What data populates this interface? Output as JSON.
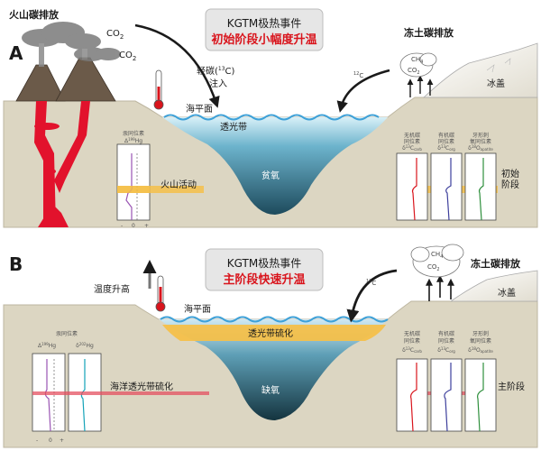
{
  "panel_a": {
    "letter": "A",
    "title_line1": "KGTM极热事件",
    "title_line2": "初始阶段小幅度升温",
    "volcano_label": "火山碳排放",
    "co2_a": "CO",
    "co2_b": "CO",
    "co2_sub": "2",
    "light_carbon_1": "轻碳(",
    "light_carbon_sup": "13",
    "light_carbon_2": "C)",
    "light_carbon_3": "注入",
    "permafrost_label": "冻土碳排放",
    "permafrost_c": "C",
    "permafrost_c_sup": "12",
    "cloud_ch": "CH",
    "cloud_ch_sub": "4",
    "cloud_co": "CO",
    "cloud_co_sub": "2",
    "ice_label": "冰盖",
    "sea_level": "海平面",
    "photic_zone": "透光带",
    "ocean_label": "贫氧",
    "volcanic_activity": "火山活动",
    "stage_label_1": "初始",
    "stage_label_2": "阶段",
    "hg_plot_title": "汞同位素",
    "hg_delta": "Δ",
    "hg_sup": "199",
    "hg_el": "Hg",
    "axis_minus": "-",
    "axis_zero": "0",
    "axis_plus": "+",
    "iso_carb_1": "无机碳",
    "iso_carb_2": "同位素",
    "iso_carb_sym": "δ",
    "iso_carb_sup": "13",
    "iso_carb_el": "C",
    "iso_carb_sub": "carb",
    "iso_org_1": "有机碳",
    "iso_org_2": "同位素",
    "iso_org_sym": "δ",
    "iso_org_sup": "13",
    "iso_org_el": "C",
    "iso_org_sub": "org",
    "iso_ox_1": "牙形刺",
    "iso_ox_2": "氧同位素",
    "iso_ox_sym": "δ",
    "iso_ox_sup": "18",
    "iso_ox_el": "O",
    "iso_ox_sub": "apatite",
    "c12_mark": "C",
    "c12_mark_sup": "12"
  },
  "panel_b": {
    "letter": "B",
    "title_line1": "KGTM极热事件",
    "title_line2": "主阶段快速升温",
    "warming": "温度升高",
    "permafrost_label": "冻土碳排放",
    "permafrost_c": "C",
    "permafrost_c_sup": "12",
    "cloud_ch": "CH",
    "cloud_ch_sub": "4",
    "cloud_co": "CO",
    "cloud_co_sub": "2",
    "ice_label": "冰盖",
    "sea_level": "海平面",
    "photic_zone": "透光带硫化",
    "ocean_label": "缺氧",
    "marine_euxinia": "海洋透光带硫化",
    "stage_label": "主阶段",
    "hg_plot_title": "汞同位素",
    "hg_delta": "Δ",
    "hg_sup1": "199",
    "hg_sup2": "202",
    "hg_el": "Hg",
    "hg_delta2": "δ",
    "axis_minus": "-",
    "axis_zero": "0",
    "axis_plus": "+",
    "iso_carb_1": "无机碳",
    "iso_carb_2": "同位素",
    "iso_org_1": "有机碳",
    "iso_org_2": "同位素",
    "iso_ox_1": "牙形刺",
    "iso_ox_2": "氧同位素",
    "iso_carb_sym": "δ",
    "iso_carb_sup": "13",
    "iso_carb_el": "C",
    "iso_carb_sub": "carb",
    "iso_org_sym": "δ",
    "iso_org_sup": "13",
    "iso_org_el": "C",
    "iso_org_sub": "org",
    "iso_ox_sym": "δ",
    "iso_ox_sup": "18",
    "iso_ox_el": "O",
    "iso_ox_sub": "apatite"
  },
  "colors": {
    "land": "#dcd6c2",
    "land_edge": "#bdb6a0",
    "ocean_top": "#bfe3f2",
    "ocean_deep": "#1f4b5e",
    "wave": "#3ea1d8",
    "magma": "#e2122c",
    "highlight": "#f4c04a",
    "title_red": "#d9141c"
  }
}
